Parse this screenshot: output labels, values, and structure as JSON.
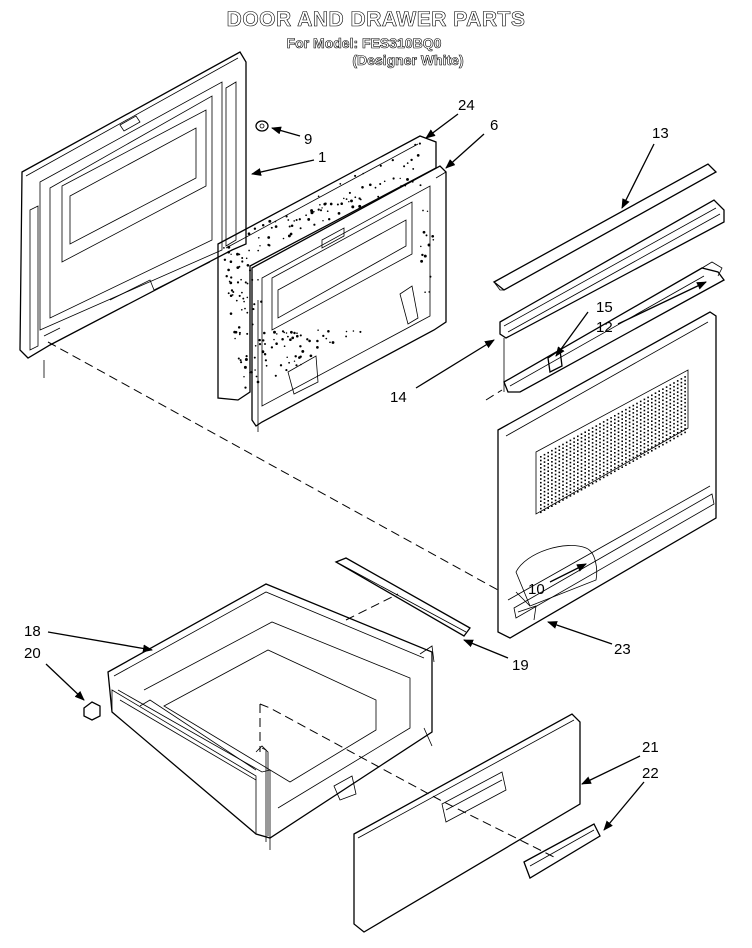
{
  "header": {
    "title": "DOOR AND DRAWER PARTS",
    "model_line": "For Model: FES310BQ0",
    "color_line": "(Designer White)"
  },
  "callouts": [
    {
      "id": "c9",
      "label": "9"
    },
    {
      "id": "c1",
      "label": "1"
    },
    {
      "id": "c24",
      "label": "24"
    },
    {
      "id": "c6",
      "label": "6"
    },
    {
      "id": "c13",
      "label": "13"
    },
    {
      "id": "c15",
      "label": "15"
    },
    {
      "id": "c12",
      "label": "12"
    },
    {
      "id": "c14",
      "label": "14"
    },
    {
      "id": "c10",
      "label": "10"
    },
    {
      "id": "c23",
      "label": "23"
    },
    {
      "id": "c18",
      "label": "18"
    },
    {
      "id": "c20",
      "label": "20"
    },
    {
      "id": "c19",
      "label": "19"
    },
    {
      "id": "c21",
      "label": "21"
    },
    {
      "id": "c22",
      "label": "22"
    }
  ],
  "colors": {
    "ink": "#000000",
    "paper": "#ffffff"
  }
}
